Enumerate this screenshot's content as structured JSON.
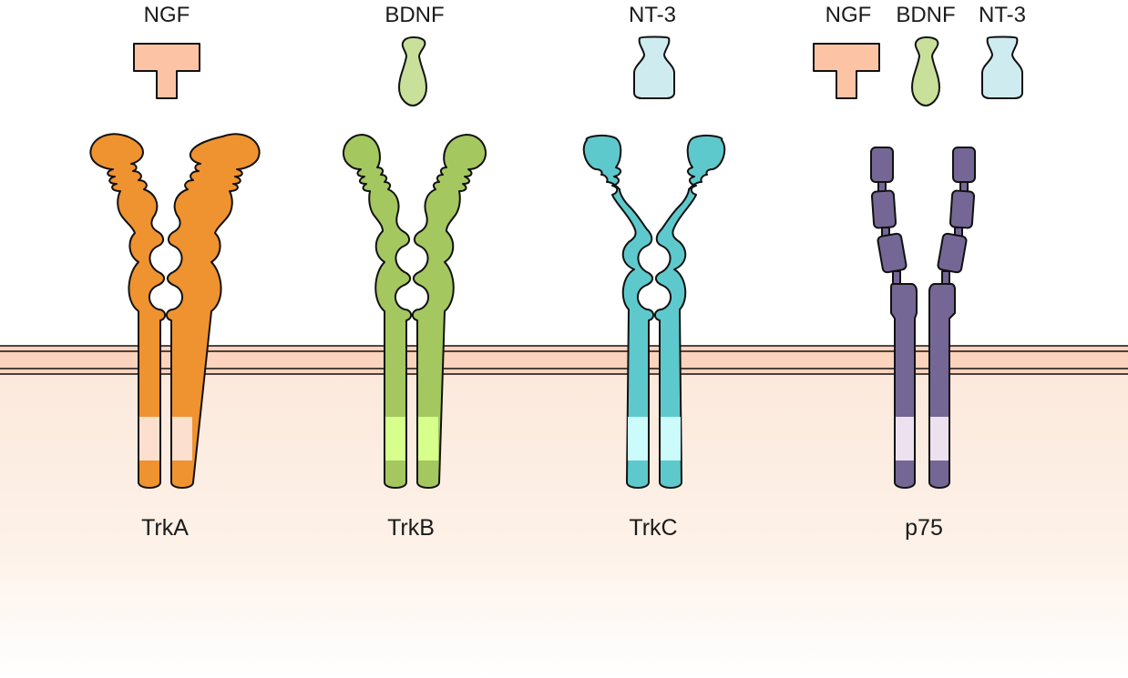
{
  "ligands": [
    {
      "label": "NGF",
      "shape": "t-block",
      "fill": "#fcc3a5"
    },
    {
      "label": "BDNF",
      "shape": "vase",
      "fill": "#c9e09a"
    },
    {
      "label": "NT-3",
      "shape": "hourglass",
      "fill": "#ceecef"
    }
  ],
  "p75_ligands": [
    "NGF",
    "BDNF",
    "NT-3"
  ],
  "receptors": [
    {
      "label": "TrkA",
      "color": "#ef9230",
      "band": "#fddfcf",
      "head": "round"
    },
    {
      "label": "TrkB",
      "color": "#a4c760",
      "band": "#d6ff8c",
      "head": "small-round"
    },
    {
      "label": "TrkC",
      "color": "#5ec9cc",
      "band": "#ccfbfc",
      "head": "square"
    },
    {
      "label": "p75",
      "color": "#756795",
      "band": "#ede1ef",
      "head": "segmented"
    }
  ],
  "colors": {
    "membrane": "#fcd3bd",
    "cytoplasm_top": "#fce9dc",
    "cytoplasm_bottom": "#ffffff",
    "outline": "#111111"
  }
}
